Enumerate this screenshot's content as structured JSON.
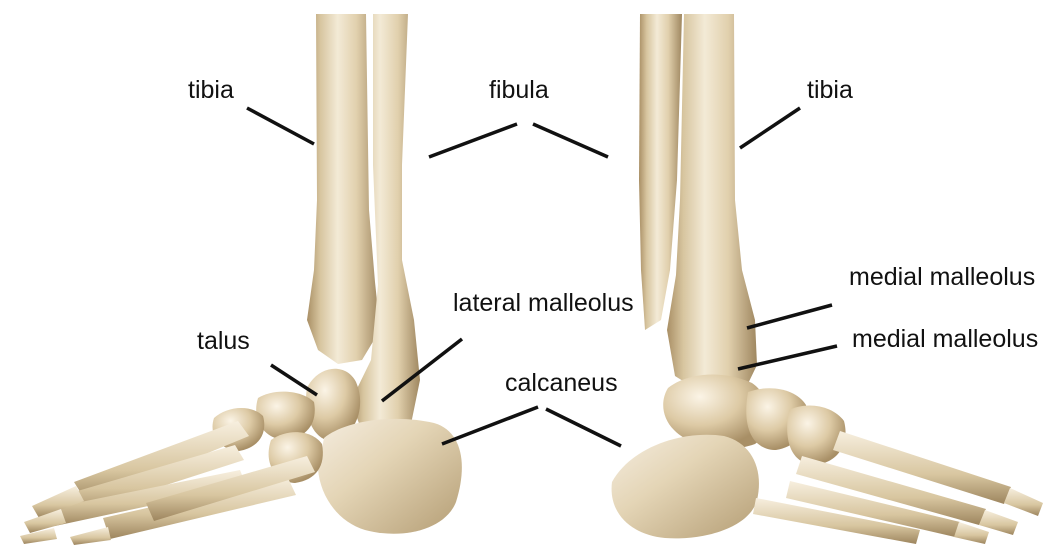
{
  "labels": {
    "tibia_left": "tibia",
    "fibula": "fibula",
    "tibia_right": "tibia",
    "lateral_malleolus": "lateral malleolus",
    "medial_malleolus_upper": "medial malleolus",
    "medial_malleolus_lower": "medial malleolus",
    "talus": "talus",
    "calcaneus": "calcaneus"
  },
  "colors": {
    "bone_light": "#efe5cf",
    "bone_mid": "#dfcfac",
    "bone_shadow": "#b49d74",
    "label_text": "#111111",
    "leader_line": "#111111",
    "background": "#ffffff"
  }
}
